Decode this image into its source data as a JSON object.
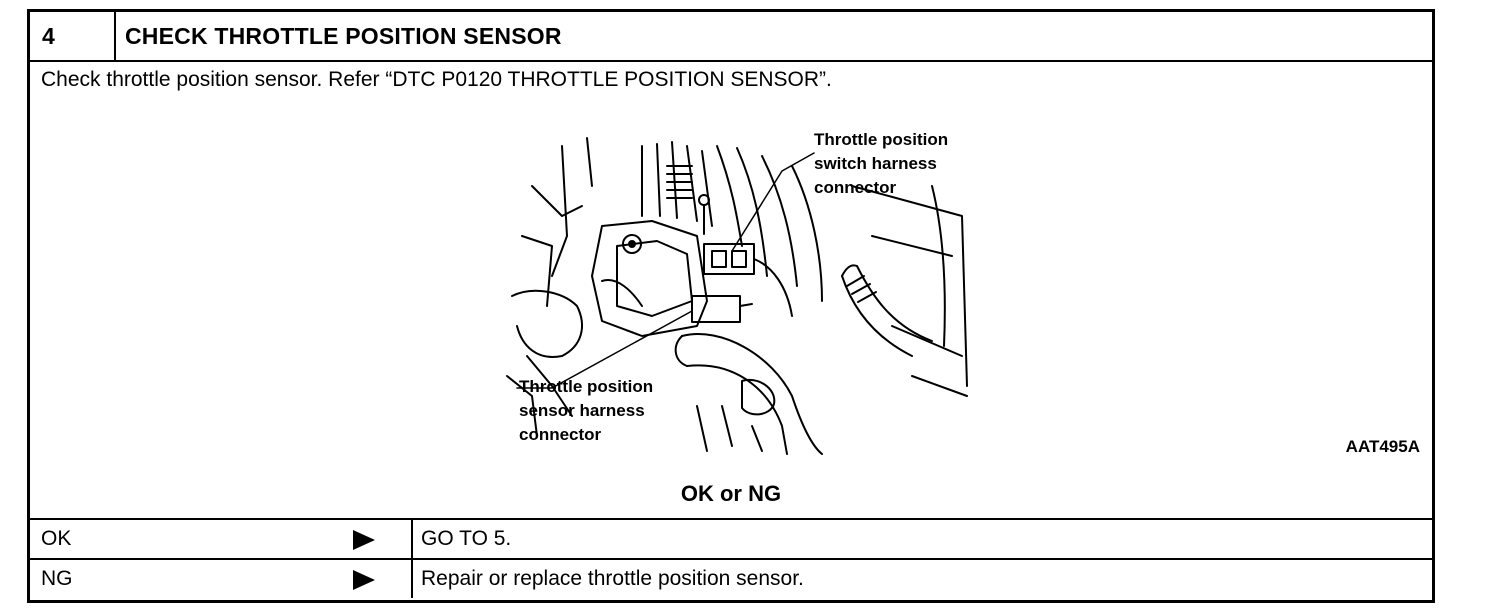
{
  "step": {
    "number": "4",
    "title": "CHECK THROTTLE POSITION SENSOR"
  },
  "instruction": "Check throttle position sensor. Refer “DTC P0120 THROTTLE POSITION SENSOR”.",
  "figure": {
    "id": "AAT495A",
    "callout_top": [
      "Throttle position",
      "switch harness",
      "connector"
    ],
    "callout_bottom": [
      "Throttle position",
      "sensor harness",
      "connector"
    ]
  },
  "question": "OK or NG",
  "results": [
    {
      "label": "OK",
      "action": "GO TO 5."
    },
    {
      "label": "NG",
      "action": "Repair or replace throttle position sensor."
    }
  ]
}
